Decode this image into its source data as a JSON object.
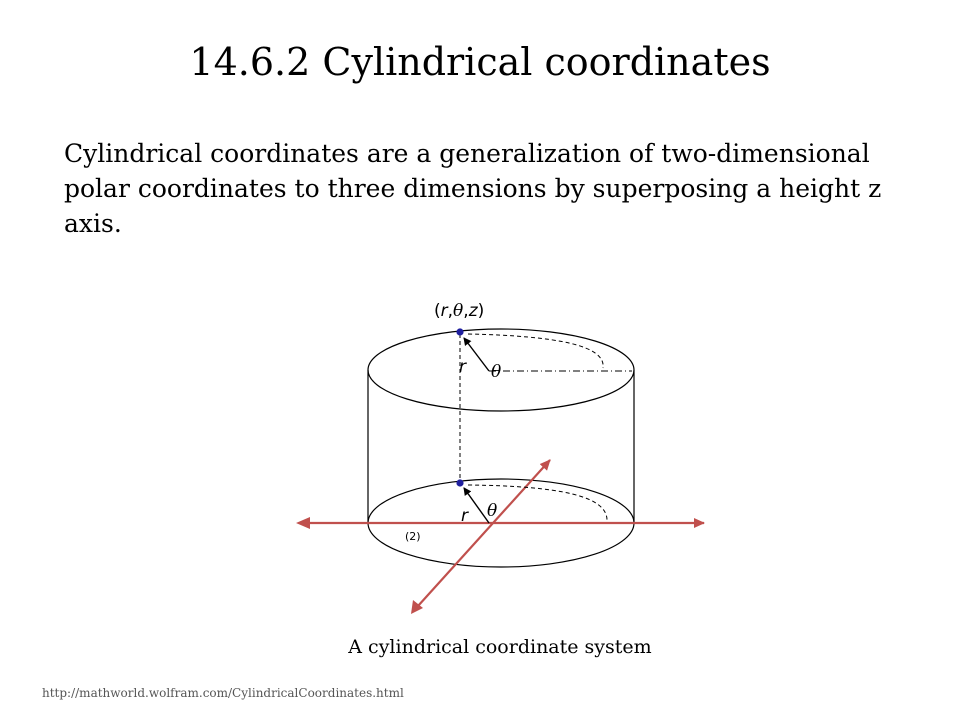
{
  "title": "14.6.2 Cylindrical coordinates",
  "paragraph": {
    "line1": "Cylindrical coordinates are a   generalization of two-dimensional",
    "line2": "polar coordinates to three dimensions by superposing a height z",
    "line3": "axis."
  },
  "diagram": {
    "point_label_open": "(",
    "point_label_r": "r",
    "point_label_sep1": ",",
    "point_label_theta": "θ",
    "point_label_sep2": ",",
    "point_label_z": "z",
    "point_label_close": ")",
    "r_top": "r",
    "theta_top": "θ",
    "r_bottom": "r",
    "theta_bottom": "θ",
    "small_mark": "(2)",
    "axis_color": "#c0504d",
    "point_color": "#1f1f9f"
  },
  "caption": "A cylindrical coordinate system",
  "source": "http://mathworld.wolfram.com/CylindricalCoordinates.html"
}
